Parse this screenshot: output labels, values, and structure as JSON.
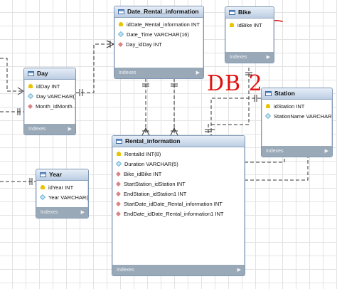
{
  "colors": {
    "header": "#bccde2",
    "border": "#7f97b4",
    "footer": "#9aa9b8",
    "annotation_red": "#e01010",
    "primary_key": "#e9c400",
    "foreign_key": "#d98585",
    "attribute": "#bfe3f2"
  },
  "tables": {
    "date_rental_information": {
      "title": "Date_Rental_information",
      "columns": [
        {
          "text": "idDate_Rental_information INT",
          "key": "pk"
        },
        {
          "text": "Date_Time VARCHAR(16)",
          "key": "attr"
        },
        {
          "text": "Day_idDay INT",
          "key": "fk"
        }
      ],
      "footer": "Indexes"
    },
    "bike": {
      "title": "Bike",
      "columns": [
        {
          "text": "idBike INT",
          "key": "pk"
        }
      ],
      "footer": "Indexes"
    },
    "day": {
      "title": "Day",
      "columns": [
        {
          "text": "idDay INT",
          "key": "pk"
        },
        {
          "text": "Day VARCHAR(",
          "key": "attr"
        },
        {
          "text": "Month_idMonth...",
          "key": "fk"
        }
      ],
      "footer": "Indexes"
    },
    "station": {
      "title": "Station",
      "columns": [
        {
          "text": "idStation INT",
          "key": "pk"
        },
        {
          "text": "StationName VARCHAR(...",
          "key": "attr"
        }
      ],
      "footer": "Indexes"
    },
    "rental_information": {
      "title": "Rental_information",
      "columns": [
        {
          "text": "RentalId INT(8)",
          "key": "pk"
        },
        {
          "text": "Duration VARCHAR(5)",
          "key": "attr"
        },
        {
          "text": "Bike_idBike INT",
          "key": "fk"
        },
        {
          "text": "StartStation_idStation INT",
          "key": "fk"
        },
        {
          "text": "EndStation_idStation1 INT",
          "key": "fk"
        },
        {
          "text": "StartDate_idDate_Rental_information INT",
          "key": "fk"
        },
        {
          "text": "EndDate_idDate_Rental_information1 INT",
          "key": "fk"
        }
      ],
      "footer": "Indexes"
    },
    "year": {
      "title": "Year",
      "columns": [
        {
          "text": "idYear INT",
          "key": "pk"
        },
        {
          "text": "Year VARCHAR(...",
          "key": "attr"
        }
      ],
      "footer": "Indexes"
    }
  },
  "annotation": {
    "text": "DB 2"
  }
}
